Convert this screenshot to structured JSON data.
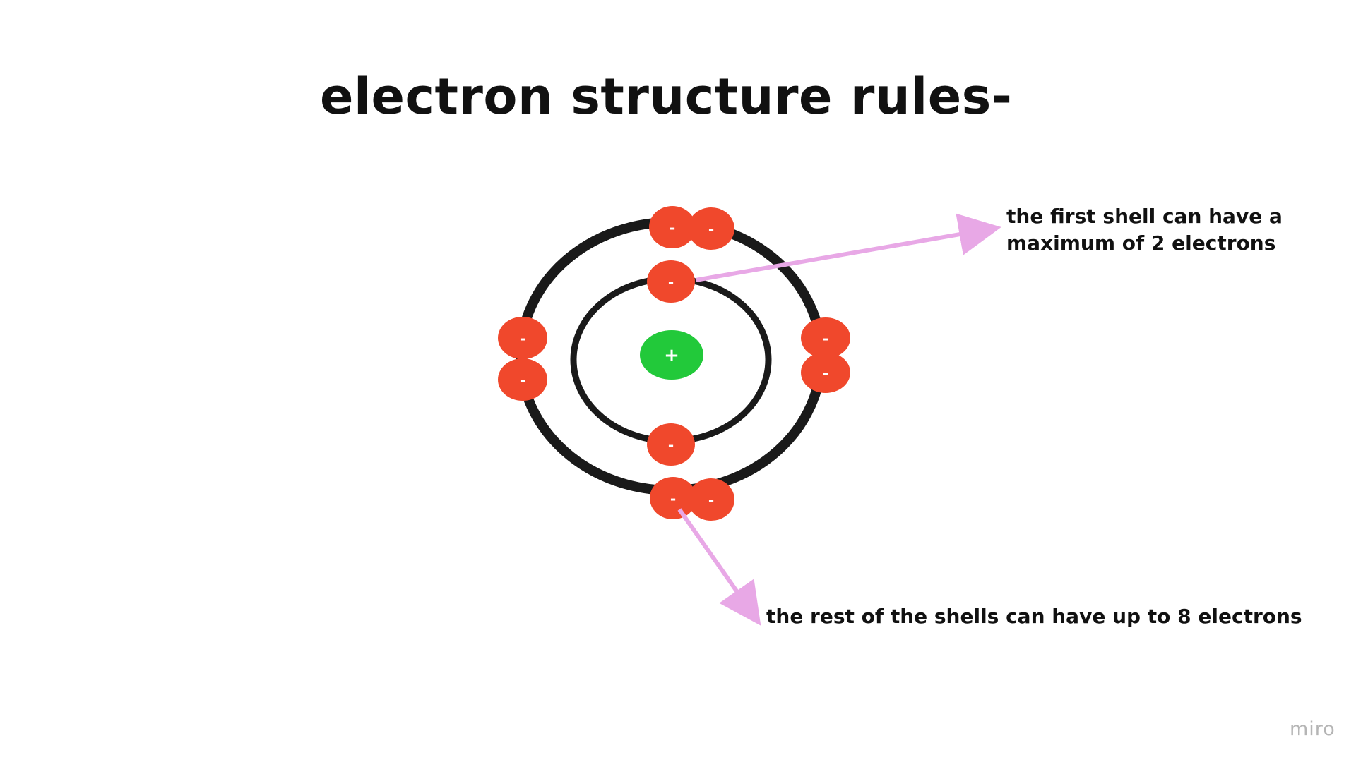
{
  "title": "electron structure rules-",
  "annotations": {
    "first_shell_line1": "the first shell can have a",
    "first_shell_line2": "maximum of 2 electrons",
    "rest_shells": "the rest of the shells can have up to 8 electrons"
  },
  "diagram": {
    "nucleus": {
      "sign": "+",
      "color": "#22c93a"
    },
    "electron": {
      "sign": "-",
      "color": "#f0482c"
    },
    "shell_color": "#1a1a1a",
    "arrow_color": "#e8a8e6",
    "first_shell_electron_count": 2,
    "second_shell_electron_count": 8
  },
  "watermark": "miro"
}
